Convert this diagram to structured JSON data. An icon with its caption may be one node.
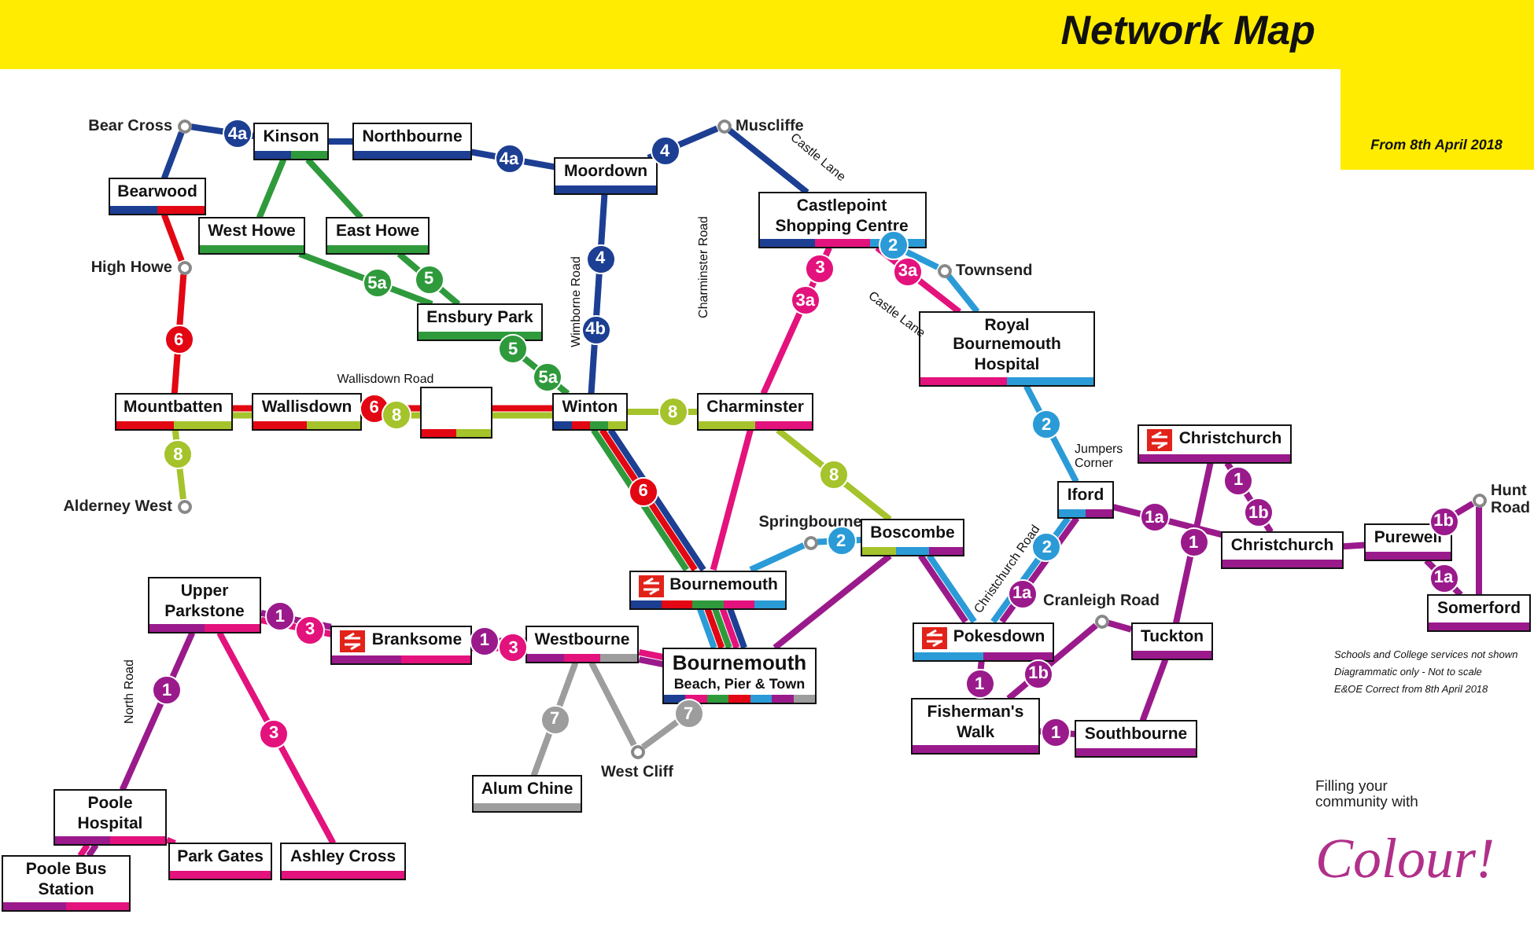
{
  "diagram": {
    "title": "Network Map",
    "nodes": [
      {
        "text": [
          "Bear Cross"
        ]
      },
      {
        "text": [
          "Bearwood"
        ]
      },
      {
        "text": [
          "High Howe"
        ]
      },
      {
        "text": [
          "Mountbatten"
        ]
      },
      {
        "text": [
          "Alderney West"
        ]
      },
      {
        "text": [
          "Kinson"
        ]
      },
      {
        "text": [
          "Northbourne"
        ]
      },
      {
        "text": [
          "West Howe"
        ]
      },
      {
        "text": [
          "East Howe"
        ]
      },
      {
        "text": [
          "Ensbury Park"
        ]
      },
      {
        "text": [
          "Wallisdown"
        ]
      },
      {
        "text": [],
        "shape": "box"
      },
      {
        "text": [
          "Moordown"
        ]
      },
      {
        "text": [
          "Muscliffe"
        ]
      },
      {
        "text": [
          "Winton"
        ]
      },
      {
        "text": [
          "Charminster"
        ]
      },
      {
        "text": [
          "Castlepoint Shopping Centre"
        ]
      },
      {
        "text": [
          "Townsend"
        ]
      },
      {
        "text": [
          "Royal Bournemouth Hospital"
        ]
      },
      {
        "text": [
          "Springbourne"
        ]
      },
      {
        "text": [
          "Bournemouth"
        ]
      },
      {
        "text": [
          "Bournemouth",
          "Beach, Pier & Town"
        ]
      },
      {
        "text": [
          "Boscombe"
        ]
      },
      {
        "text": [
          "Pokesdown"
        ]
      },
      {
        "text": [
          "Iford"
        ]
      },
      {
        "text": [
          "Christchurch"
        ]
      },
      {
        "text": [
          "Christchurch"
        ]
      },
      {
        "text": [
          "Purewell"
        ]
      },
      {
        "text": [
          "Hunt Road"
        ]
      },
      {
        "text": [
          "Somerford"
        ]
      },
      {
        "text": [
          "Cranleigh Road"
        ]
      },
      {
        "text": [
          "Tuckton"
        ]
      },
      {
        "text": [
          "Fisherman's Walk"
        ]
      },
      {
        "text": [
          "Southbourne"
        ]
      },
      {
        "text": [
          "Upper Parkstone"
        ]
      },
      {
        "text": [
          "Branksome"
        ]
      },
      {
        "text": [
          "Westbourne"
        ]
      },
      {
        "text": [
          "Alum Chine"
        ]
      },
      {
        "text": [
          "West Cliff"
        ]
      },
      {
        "text": [
          "Poole Hospital"
        ]
      },
      {
        "text": [
          "Park Gates"
        ]
      },
      {
        "text": [
          "Ashley Cross"
        ]
      },
      {
        "text": [
          "Poole Bus Station"
        ]
      }
    ],
    "edges": [
      {
        "from": 1,
        "to": 0,
        "arrow": "none",
        "color": "#1d3f93"
      },
      {
        "from": 0,
        "to": 5,
        "arrow": "none",
        "color": "#1d3f93"
      },
      {
        "from": 5,
        "to": 6,
        "arrow": "none",
        "color": "#1d3f93"
      },
      {
        "from": 6,
        "to": 12,
        "arrow": "none",
        "color": "#1d3f93"
      },
      {
        "from": 12,
        "to": 13,
        "arrow": "none",
        "color": "#1d3f93"
      },
      {
        "from": 13,
        "to": 16,
        "arrow": "none",
        "color": "#1d3f93"
      },
      {
        "from": 12,
        "to": 14,
        "arrow": "none",
        "color": "#1d3f93"
      },
      {
        "from": 14,
        "to": 20,
        "arrow": "none",
        "color": "#1d3f93"
      },
      {
        "from": 1,
        "to": 2,
        "arrow": "none",
        "color": "#e30613"
      },
      {
        "from": 2,
        "to": 3,
        "arrow": "none",
        "color": "#e30613"
      },
      {
        "from": 3,
        "to": 10,
        "arrow": "none",
        "color": "#e30613"
      },
      {
        "from": 10,
        "to": 11,
        "arrow": "none",
        "color": "#e30613"
      },
      {
        "from": 11,
        "to": 14,
        "arrow": "none",
        "color": "#e30613"
      },
      {
        "from": 14,
        "to": 20,
        "arrow": "none",
        "color": "#e30613"
      },
      {
        "from": 5,
        "to": 7,
        "arrow": "none",
        "color": "#2f9a3c"
      },
      {
        "from": 5,
        "to": 8,
        "arrow": "none",
        "color": "#2f9a3c"
      },
      {
        "from": 7,
        "to": 9,
        "arrow": "none",
        "color": "#2f9a3c"
      },
      {
        "from": 8,
        "to": 9,
        "arrow": "none",
        "color": "#2f9a3c"
      },
      {
        "from": 9,
        "to": 14,
        "arrow": "none",
        "color": "#2f9a3c"
      },
      {
        "from": 14,
        "to": 20,
        "arrow": "none",
        "color": "#2f9a3c"
      },
      {
        "from": 3,
        "to": 4,
        "arrow": "none",
        "color": "#a5c32b"
      },
      {
        "from": 3,
        "to": 10,
        "arrow": "none",
        "color": "#a5c32b"
      },
      {
        "from": 10,
        "to": 11,
        "arrow": "none",
        "color": "#a5c32b"
      },
      {
        "from": 11,
        "to": 14,
        "arrow": "none",
        "color": "#a5c32b"
      },
      {
        "from": 14,
        "to": 15,
        "arrow": "none",
        "color": "#a5c32b"
      },
      {
        "from": 15,
        "to": 22,
        "arrow": "none",
        "color": "#a5c32b"
      },
      {
        "from": 16,
        "to": 15,
        "arrow": "none",
        "color": "#e3127d"
      },
      {
        "from": 15,
        "to": 20,
        "arrow": "none",
        "color": "#e3127d"
      },
      {
        "from": 16,
        "to": 18,
        "arrow": "none",
        "color": "#e3127d"
      },
      {
        "from": 16,
        "to": 17,
        "arrow": "none",
        "color": "#2b9bd7"
      },
      {
        "from": 17,
        "to": 18,
        "arrow": "none",
        "color": "#2b9bd7"
      },
      {
        "from": 18,
        "to": 24,
        "arrow": "none",
        "color": "#2b9bd7"
      },
      {
        "from": 24,
        "to": 23,
        "arrow": "none",
        "color": "#2b9bd7"
      },
      {
        "from": 23,
        "to": 22,
        "arrow": "none",
        "color": "#2b9bd7"
      },
      {
        "from": 22,
        "to": 19,
        "arrow": "none",
        "color": "#2b9bd7"
      },
      {
        "from": 19,
        "to": 20,
        "arrow": "none",
        "color": "#2b9bd7"
      },
      {
        "from": 20,
        "to": 21,
        "arrow": "none",
        "color": "#1d3f93"
      },
      {
        "from": 20,
        "to": 21,
        "arrow": "none",
        "color": "#e3127d"
      },
      {
        "from": 20,
        "to": 21,
        "arrow": "none",
        "color": "#2f9a3c"
      },
      {
        "from": 20,
        "to": 21,
        "arrow": "none",
        "color": "#e30613"
      },
      {
        "from": 20,
        "to": 21,
        "arrow": "none",
        "color": "#2b9bd7"
      },
      {
        "from": 21,
        "to": 22,
        "arrow": "none",
        "color": "#9a1a8c"
      },
      {
        "from": 22,
        "to": 23,
        "arrow": "none",
        "color": "#9a1a8c"
      },
      {
        "from": 23,
        "to": 24,
        "arrow": "none",
        "color": "#9a1a8c"
      },
      {
        "from": 24,
        "to": 26,
        "arrow": "none",
        "color": "#9a1a8c"
      },
      {
        "from": 23,
        "to": 32,
        "arrow": "none",
        "color": "#9a1a8c"
      },
      {
        "from": 32,
        "to": 33,
        "arrow": "none",
        "color": "#9a1a8c"
      },
      {
        "from": 33,
        "to": 31,
        "arrow": "none",
        "color": "#9a1a8c"
      },
      {
        "from": 32,
        "to": 30,
        "arrow": "none",
        "color": "#9a1a8c"
      },
      {
        "from": 30,
        "to": 31,
        "arrow": "none",
        "color": "#9a1a8c"
      },
      {
        "from": 31,
        "to": 25,
        "arrow": "none",
        "color": "#9a1a8c"
      },
      {
        "from": 25,
        "to": 26,
        "arrow": "none",
        "color": "#9a1a8c"
      },
      {
        "from": 26,
        "to": 27,
        "arrow": "none",
        "color": "#9a1a8c"
      },
      {
        "from": 27,
        "to": 28,
        "arrow": "none",
        "color": "#9a1a8c"
      },
      {
        "from": 28,
        "to": 29,
        "arrow": "none",
        "color": "#9a1a8c"
      },
      {
        "from": 27,
        "to": 29,
        "arrow": "none",
        "color": "#9a1a8c"
      },
      {
        "from": 21,
        "to": 36,
        "arrow": "none",
        "color": "#9a1a8c"
      },
      {
        "from": 21,
        "to": 36,
        "arrow": "none",
        "color": "#e3127d"
      },
      {
        "from": 36,
        "to": 35,
        "arrow": "none",
        "color": "#9a1a8c"
      },
      {
        "from": 36,
        "to": 35,
        "arrow": "none",
        "color": "#e3127d"
      },
      {
        "from": 35,
        "to": 34,
        "arrow": "none",
        "color": "#9a1a8c"
      },
      {
        "from": 35,
        "to": 34,
        "arrow": "none",
        "color": "#e3127d"
      },
      {
        "from": 34,
        "to": 39,
        "arrow": "none",
        "color": "#9a1a8c"
      },
      {
        "from": 34,
        "to": 41,
        "arrow": "none",
        "color": "#e3127d"
      },
      {
        "from": 39,
        "to": 42,
        "arrow": "none",
        "color": "#9a1a8c"
      },
      {
        "from": 39,
        "to": 42,
        "arrow": "none",
        "color": "#e3127d"
      },
      {
        "from": 39,
        "to": 40,
        "arrow": "none",
        "color": "#e3127d"
      },
      {
        "from": 36,
        "to": 37,
        "arrow": "none",
        "color": "#9d9d9d"
      },
      {
        "from": 36,
        "to": 38,
        "arrow": "none",
        "color": "#9d9d9d"
      },
      {
        "from": 38,
        "to": 21,
        "arrow": "none",
        "color": "#9d9d9d"
      }
    ],
    "labels": [
      "From 8th April 2018",
      "Wallisdown Road",
      "Wimborne Road",
      "Charminster Road",
      "Castle Lane",
      "Castle Lane",
      "Christchurch Road",
      "Jumpers Corner",
      "North Road",
      "4a",
      "4a",
      "4",
      "6",
      "5a",
      "5",
      "4",
      "4b",
      "3",
      "3a",
      "5",
      "5a",
      "6",
      "8",
      "8",
      "6",
      "8",
      "2",
      "3a",
      "2",
      "8",
      "2",
      "2",
      "1a",
      "1a",
      "1",
      "1b",
      "1b",
      "1a",
      "1",
      "1b",
      "1",
      "1",
      "1",
      "3",
      "1",
      "3",
      "1",
      "3",
      "7",
      "7",
      "Schools and College services not shown",
      "Diagrammatic only - Not to scale",
      "E&OE  Correct from 8th April 2018",
      "Filling your community with",
      "Colour!"
    ]
  }
}
